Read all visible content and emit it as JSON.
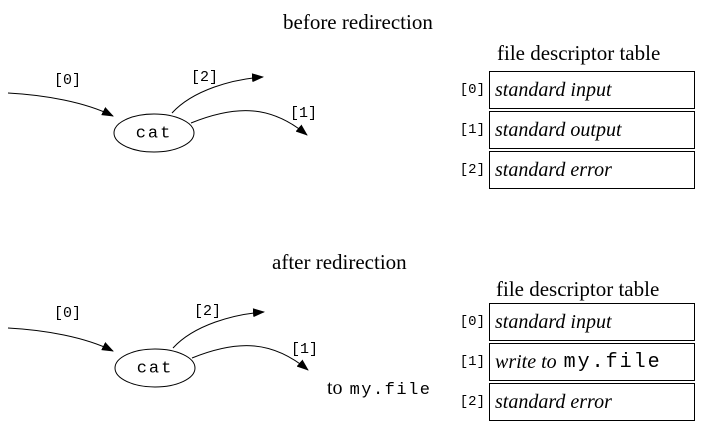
{
  "colors": {
    "ink": "#000000",
    "background": "#ffffff"
  },
  "before": {
    "title": "before redirection",
    "diagram": {
      "process": "cat",
      "fd0_label": "[0]",
      "fd1_label": "[1]",
      "fd2_label": "[2]"
    },
    "table": {
      "header": "file descriptor table",
      "rows": [
        {
          "index": "[0]",
          "italic": "standard input",
          "mono": ""
        },
        {
          "index": "[1]",
          "italic": "standard output",
          "mono": ""
        },
        {
          "index": "[2]",
          "italic": "standard error",
          "mono": ""
        }
      ]
    }
  },
  "after": {
    "title": "after redirection",
    "diagram": {
      "process": "cat",
      "fd0_label": "[0]",
      "fd1_label": "[1]",
      "fd2_label": "[2]",
      "redirect_prefix": "to",
      "redirect_file": "my.file"
    },
    "table": {
      "header": "file descriptor table",
      "rows": [
        {
          "index": "[0]",
          "italic": "standard input",
          "mono": ""
        },
        {
          "index": "[1]",
          "italic": "write to",
          "mono": "my.file"
        },
        {
          "index": "[2]",
          "italic": "standard error",
          "mono": ""
        }
      ]
    }
  }
}
